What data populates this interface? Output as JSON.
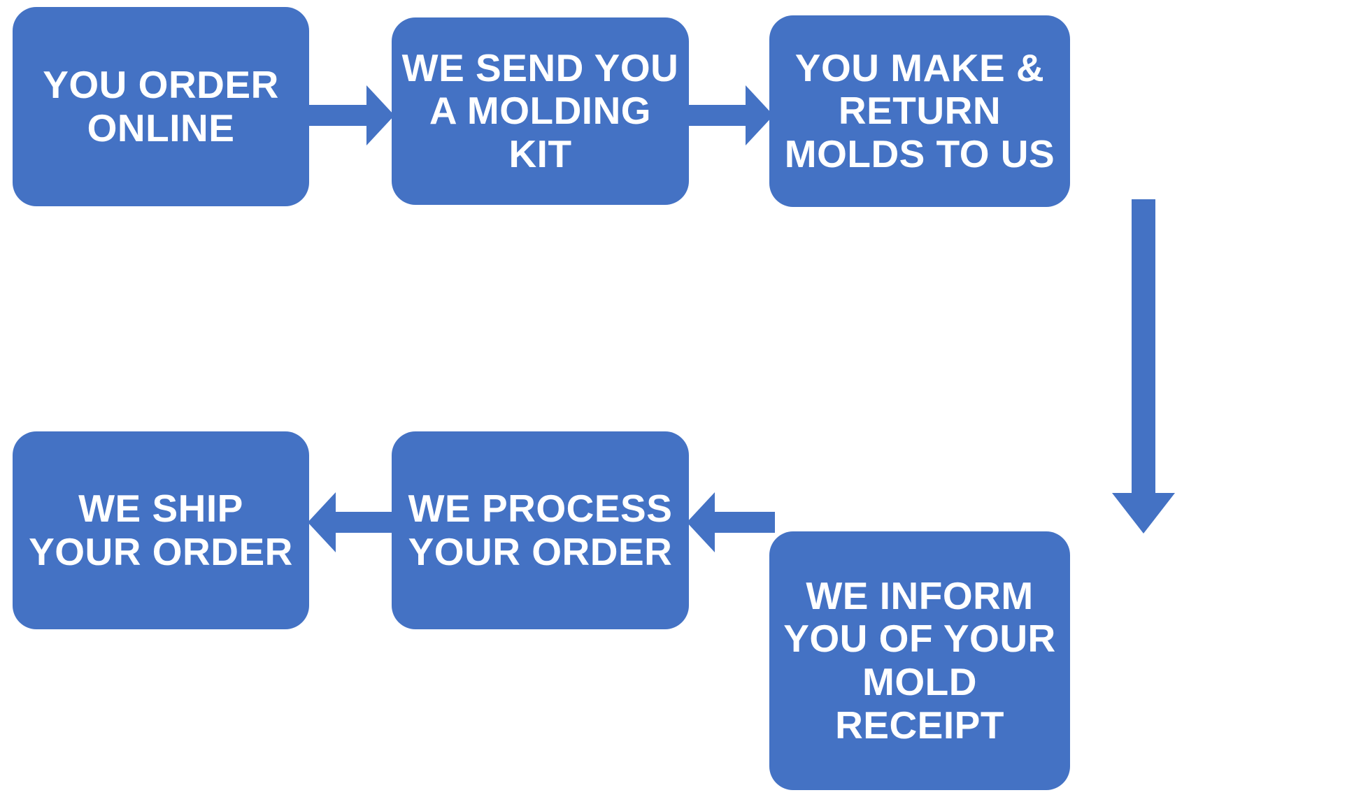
{
  "diagram": {
    "type": "process-flowchart",
    "orientation": "two-row-serpentine",
    "colors": {
      "node_fill": "#4472C4",
      "node_text": "#FFFFFF",
      "arrow": "#4472C4",
      "background": "#FFFFFF"
    },
    "nodes": [
      {
        "id": "order-online",
        "step": 1,
        "text": "YOU ORDER\nONLINE",
        "row": "top",
        "column": 1
      },
      {
        "id": "send-kit",
        "step": 2,
        "text": "WE SEND YOU\nA MOLDING\nKIT",
        "row": "top",
        "column": 2
      },
      {
        "id": "return-molds",
        "step": 3,
        "text": "YOU MAKE &\nRETURN\nMOLDS TO US",
        "row": "top",
        "column": 3
      },
      {
        "id": "inform-receipt",
        "step": 4,
        "text": "WE INFORM\nYOU OF YOUR\nMOLD\nRECEIPT",
        "row": "bottom",
        "column": 3
      },
      {
        "id": "process-order",
        "step": 5,
        "text": "WE PROCESS\nYOUR ORDER",
        "row": "bottom",
        "column": 2
      },
      {
        "id": "ship-order",
        "step": 6,
        "text": "WE SHIP\nYOUR ORDER",
        "row": "bottom",
        "column": 1
      }
    ],
    "connectors": [
      {
        "id": "order-to-kit",
        "from": "order-online",
        "to": "send-kit",
        "direction": "right"
      },
      {
        "id": "kit-to-molds",
        "from": "send-kit",
        "to": "return-molds",
        "direction": "right"
      },
      {
        "id": "molds-to-inform",
        "from": "return-molds",
        "to": "inform-receipt",
        "direction": "down"
      },
      {
        "id": "inform-to-process",
        "from": "inform-receipt",
        "to": "process-order",
        "direction": "left"
      },
      {
        "id": "process-to-ship",
        "from": "process-order",
        "to": "ship-order",
        "direction": "left"
      }
    ]
  }
}
